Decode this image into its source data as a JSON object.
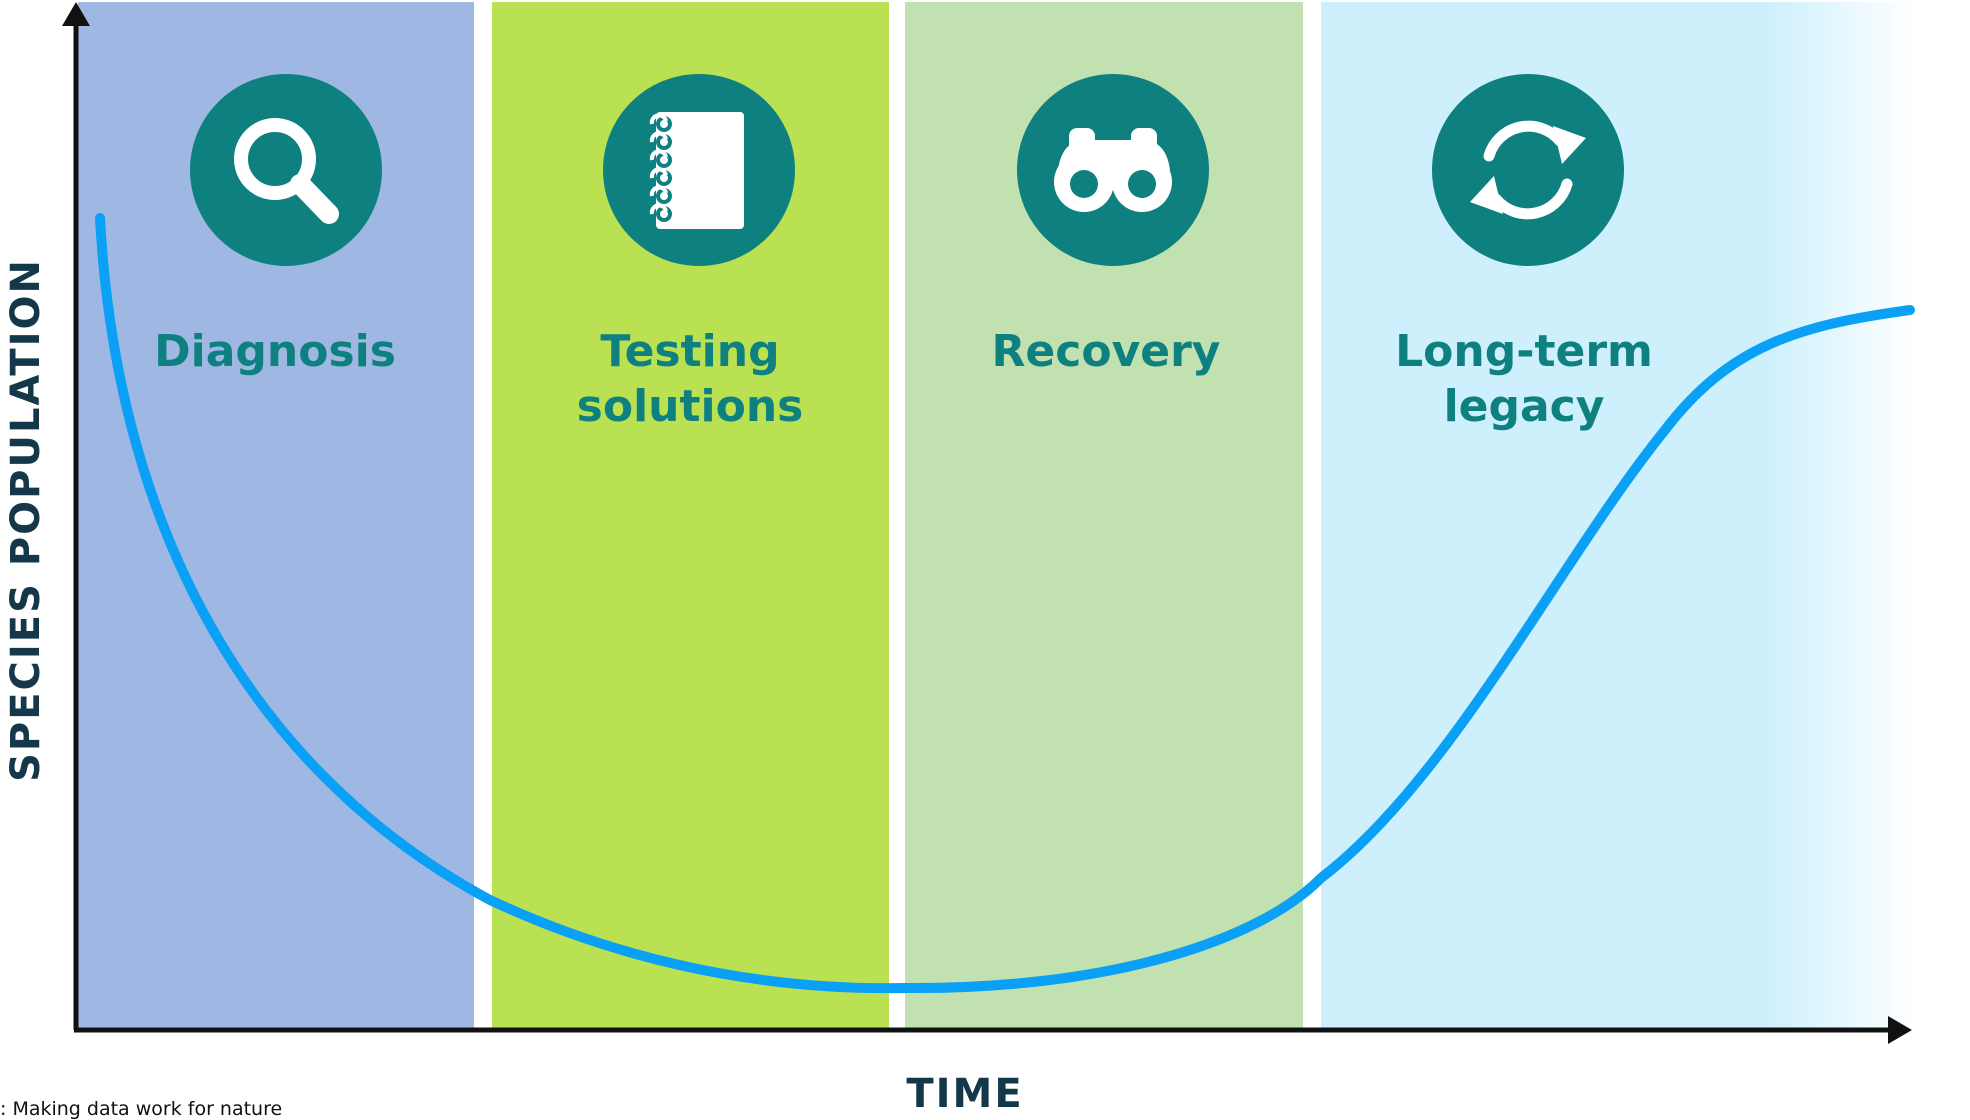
{
  "axes": {
    "y_label": "SPECIES POPULATION",
    "x_label": "TIME"
  },
  "stages": [
    {
      "label_lines": [
        "Diagnosis"
      ],
      "icon": "magnifier-icon",
      "bg_color": "#9fb8e3"
    },
    {
      "label_lines": [
        "Testing",
        "solutions"
      ],
      "icon": "notebook-icon",
      "bg_color": "#b9e152"
    },
    {
      "label_lines": [
        "Recovery"
      ],
      "icon": "binoculars-icon",
      "bg_color": "#c1e1b0"
    },
    {
      "label_lines": [
        "Long-term",
        "legacy"
      ],
      "icon": "refresh-cycle-icon",
      "bg_color": "#cdf0fc"
    }
  ],
  "colors": {
    "icon_circle": "#0e8080",
    "label_text": "#0e8080",
    "curve": "#0aa0f5",
    "axis": "#111111",
    "axis_label": "#14384a"
  },
  "footer": {
    "text": ": Making data work for nature"
  }
}
